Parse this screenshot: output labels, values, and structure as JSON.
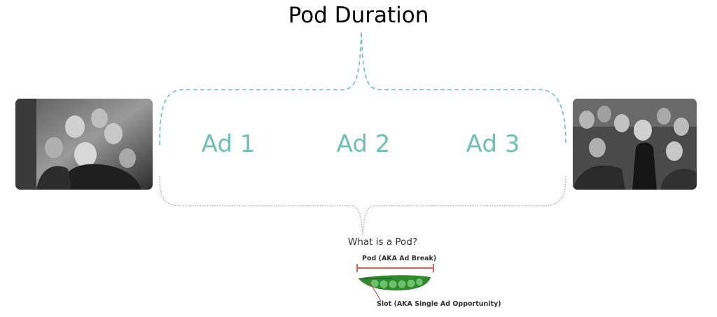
{
  "title": "Pod Duration",
  "ads": [
    {
      "label": "Ad 1"
    },
    {
      "label": "Ad 2"
    },
    {
      "label": "Ad 3"
    }
  ],
  "inset": {
    "title": "What is a Pod?",
    "pod_label": "Pod (AKA Ad Break)",
    "slot_label": "Slot (AKA Single Ad Opportunity)"
  },
  "colors": {
    "accent_teal": "#6fbfb5",
    "pod_bar": "#e0605a",
    "pea_green": "#3a9a3a",
    "bracket_bottom": "#9a9a9a"
  },
  "images": [
    {
      "name": "left-film-still-photo"
    },
    {
      "name": "right-film-still-photo"
    }
  ]
}
